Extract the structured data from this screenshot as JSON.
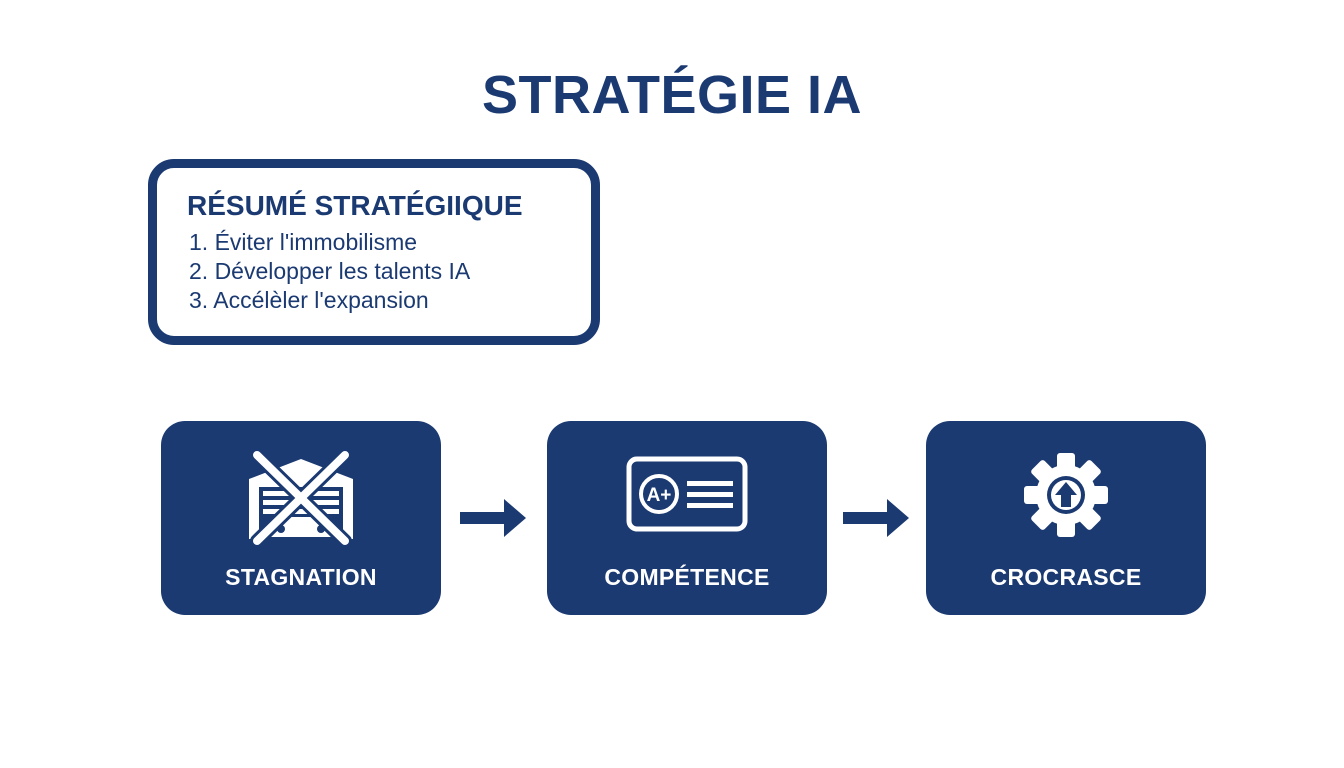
{
  "title": "STRATÉGIE IA",
  "summary": {
    "heading": "RÉSUMÉ STRATÉGIIQUE",
    "items": [
      "1. Éviter l'immobilisme",
      "2. Développer les talents IA",
      "3. Accélèler l'expansion"
    ]
  },
  "flow": [
    {
      "label": "STAGNATION",
      "icon": "crossed-out-factory-icon"
    },
    {
      "label": "COMPÉTENCE",
      "icon": "grade-certificate-icon",
      "icon_text": "A+"
    },
    {
      "label": "CROCRASCE",
      "icon": "gear-up-arrow-icon"
    }
  ],
  "colors": {
    "primary": "#1b3a72",
    "background": "#ffffff",
    "card_text": "#ffffff"
  }
}
